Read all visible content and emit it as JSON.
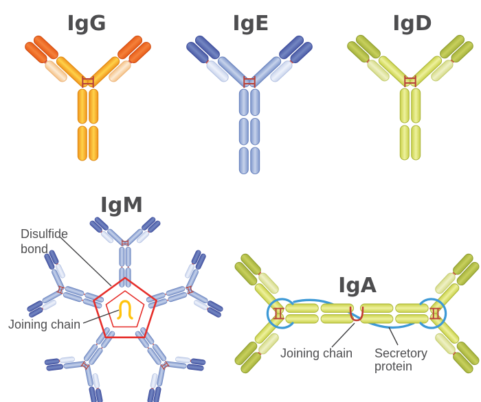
{
  "antibodies": {
    "igg": {
      "label": "IgG",
      "palette": "orange",
      "stem_segments": 2
    },
    "ige": {
      "label": "IgE",
      "palette": "blue",
      "stem_segments": 3
    },
    "igd": {
      "label": "IgD",
      "palette": "green",
      "stem_segments": 2
    },
    "igm": {
      "label": "IgM",
      "palette": "blue",
      "stem_segments": 2,
      "units": 5
    },
    "iga": {
      "label": "IgA",
      "palette": "green",
      "stem_segments": 2,
      "units": 2
    }
  },
  "annotations": {
    "disulfide_bond": {
      "lines": [
        "Disulfide",
        "bond"
      ]
    },
    "igm_joining_chain": {
      "label": "Joining chain"
    },
    "iga_joining_chain": {
      "label": "Joining chain"
    },
    "secretory_protein": {
      "lines": [
        "Secretory",
        "protein"
      ]
    }
  },
  "palettes": {
    "orange": {
      "main_edge": "#F0941C",
      "main_center": "#FFD24A",
      "main_stroke": "#DE8710",
      "tip_edge": "#E85C17",
      "tip_center": "#F4813B",
      "tip_stroke": "#CE4A10",
      "pale_edge": "#F5C186",
      "pale_center": "#FCEBD4",
      "pale_stroke": "#ECB377"
    },
    "blue": {
      "main_edge": "#7E96CB",
      "main_center": "#C7D3EB",
      "main_stroke": "#6780BC",
      "tip_edge": "#4A5AA5",
      "tip_center": "#7487C2",
      "tip_stroke": "#39499A",
      "pale_edge": "#C9D4EC",
      "pale_center": "#EEF2FB",
      "pale_stroke": "#B3C1E2"
    },
    "green": {
      "main_edge": "#C9D148",
      "main_center": "#EEF19E",
      "main_stroke": "#A9B438",
      "tip_edge": "#A4B13A",
      "tip_center": "#C8D05E",
      "tip_stroke": "#8C9A2D",
      "pale_edge": "#D5DA86",
      "pale_center": "#EFF1C6",
      "pale_stroke": "#C2CB70"
    }
  },
  "accents": {
    "disulfide_red": "#B8433A",
    "pentagon_red": "#E62E2A",
    "joining_chain_yellow": "#FFC30F",
    "joining_chain_red": "#C23B33",
    "secretory_blue": "#3D99D6",
    "tick_red": "#D14A3E",
    "label_text": "#4D4D4F",
    "pointer_line": "#3F3F41"
  }
}
